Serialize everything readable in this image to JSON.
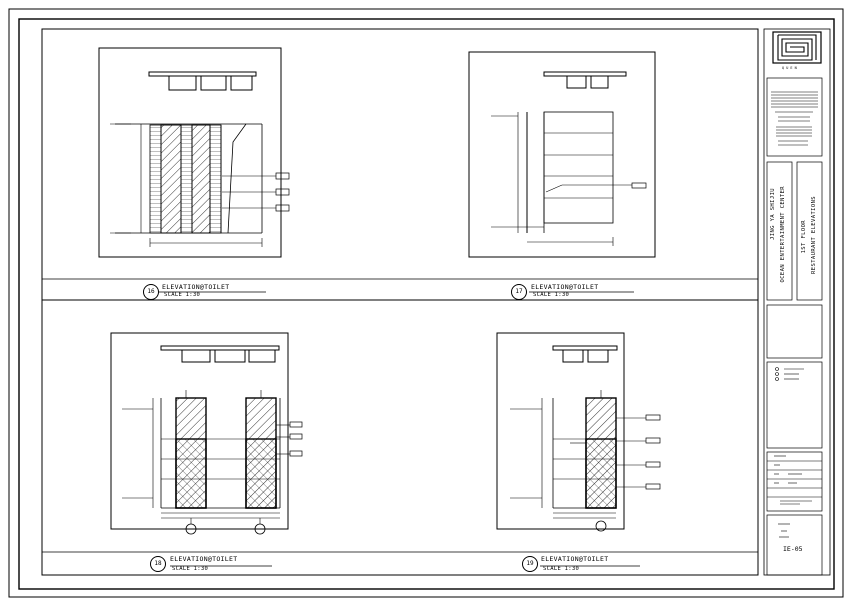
{
  "elevations": [
    {
      "num": "16",
      "title": "ELEVATION@TOILET",
      "scale": "SCALE 1:30"
    },
    {
      "num": "17",
      "title": "ELEVATION@TOILET",
      "scale": "SCALE 1:30"
    },
    {
      "num": "18",
      "title": "ELEVATION@TOILET",
      "scale": "SCALE 1:30"
    },
    {
      "num": "19",
      "title": "ELEVATION@TOILET",
      "scale": "SCALE 1:30"
    }
  ],
  "title_block": {
    "logo_text": "Q U E N",
    "project_line1": "JING YA SHIJIU",
    "project_line2": "OCEAN ENTERTAINMENT CENTER",
    "drawing_line1": "1ST FLOOR",
    "drawing_line2": "RESTAURANT ELEVATIONS",
    "sheet_no": "IE-05"
  }
}
